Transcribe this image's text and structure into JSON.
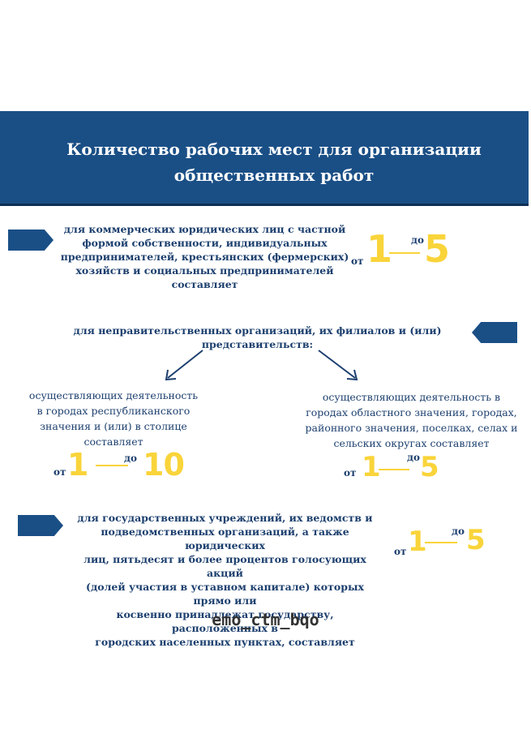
{
  "banner": {
    "title_line1": "Количество рабочих мест для организации",
    "title_line2": "общественных работ"
  },
  "section1": {
    "text_lines": [
      "для коммерческих юридических лиц с частной",
      "формой собственности, индивидуальных",
      "предпринимателей, крестьянских (фермерских)",
      "хозяйств и социальных предпринимателей",
      "составляет"
    ],
    "range": {
      "from_label": "от",
      "from": "1",
      "to_label": "до",
      "to": "5"
    }
  },
  "section2": {
    "text_lines": [
      "для неправительственных организаций, их филиалов и (или)",
      "представительств:"
    ],
    "left": {
      "text_lines": [
        "осуществляющих деятельность",
        "в городах республиканского",
        "значения и (или) в столице",
        "составляет"
      ],
      "range": {
        "from_label": "от",
        "from": "1",
        "to_label": "до",
        "to": "10"
      }
    },
    "right": {
      "text_lines": [
        "осуществляющих деятельность в",
        "городах областного значения, городах,",
        "районного значения, поселках, селах и",
        "сельских округах составляет"
      ],
      "range": {
        "from_label": "от",
        "from": "1",
        "to_label": "до",
        "to": "5"
      }
    }
  },
  "section3": {
    "text_lines": [
      "для государственных учреждений, их ведомств и",
      "подведомственных организаций, а также юридических",
      "лиц, пятьдесят и более процентов голосующих акций",
      "(долей участия в уставном капитале) которых прямо или",
      "косвенно принадлежат государству, расположенных в",
      "городских населенных пунктах, составляет"
    ],
    "range": {
      "from_label": "от",
      "from": "1",
      "to_label": "до",
      "to": "5"
    }
  },
  "footer": {
    "handle": "emo_ctm_bqo"
  },
  "colors": {
    "primary": "#1a4f86",
    "accent": "#f9d43a",
    "text": "#1c3f6e"
  }
}
